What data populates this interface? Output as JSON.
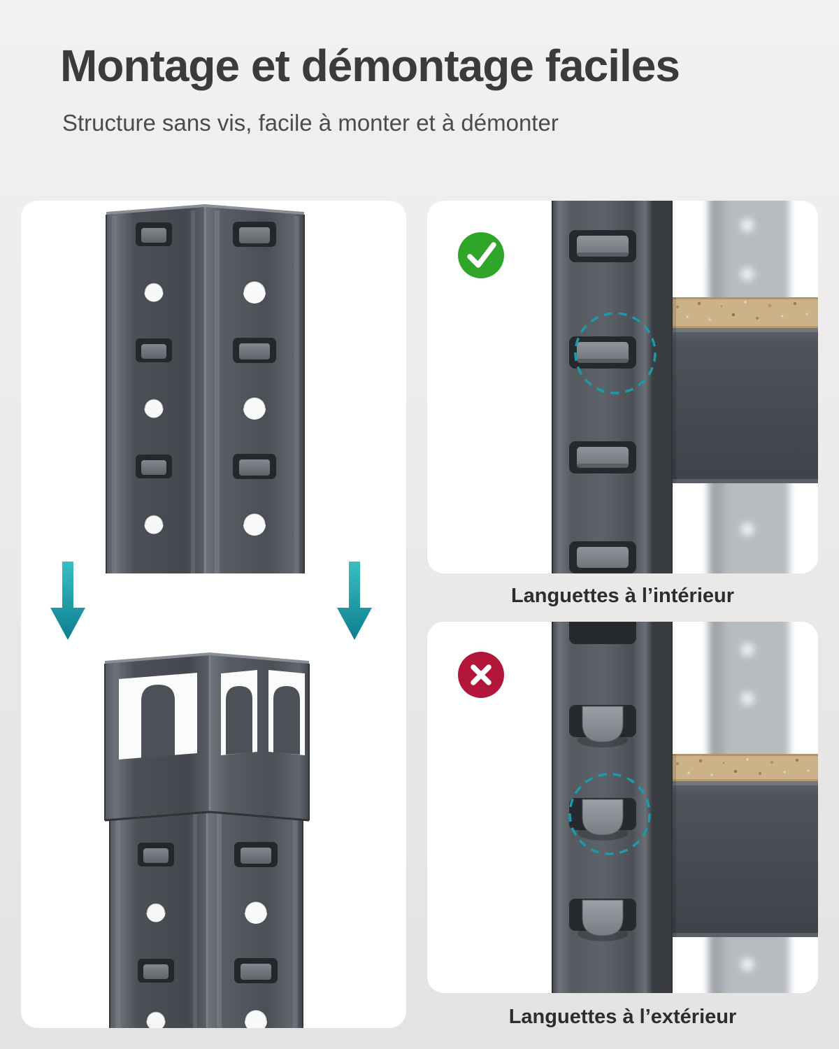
{
  "header": {
    "title": "Montage et démontage faciles",
    "subtitle": "Structure sans vis, facile à monter et à démonter"
  },
  "panels": {
    "inside": {
      "caption": "Languettes à l’intérieur",
      "status": "correct",
      "status_icon": "check-icon",
      "status_color": "#2fa62a"
    },
    "outside": {
      "caption": "Languettes à l’extérieur",
      "status": "incorrect",
      "status_icon": "cross-icon",
      "status_color": "#b2173a"
    }
  },
  "icons": {
    "check-icon": "✓",
    "cross-icon": "✕",
    "arrow-down-icon": "↓",
    "highlight-circle": "◌"
  },
  "colors": {
    "background_top": "#f2f1f0",
    "background_bottom": "#e5e3e1",
    "card": "#ffffff",
    "title_text": "#3b3b3b",
    "subtitle_text": "#4b4b4b",
    "caption_text": "#2d2d2d",
    "accent_teal": "#1b9aa8",
    "success_green": "#2fa62a",
    "error_red": "#b2173a",
    "metal_gray": "#4a4e54",
    "wood_tan": "#cdb189"
  }
}
